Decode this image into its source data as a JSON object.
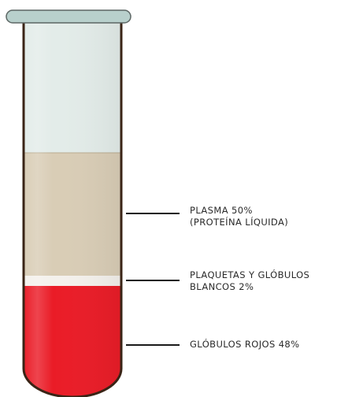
{
  "colors": {
    "rim": "#b8d0cc",
    "rim_outline": "#5c6664",
    "tube_outline": "#3a2416",
    "empty_space": "#e3ece9",
    "plasma": "#d9cdb6",
    "buffy_coat": "#f4f1ec",
    "red_cells": "#ea1c27",
    "leader_line": "#1a1a1a"
  },
  "layers": [
    {
      "id": "plasma",
      "line1": "PLASMA 50%",
      "line2": "(PROTEÍNA LÍQUIDA)"
    },
    {
      "id": "platelets_white_cells",
      "line1": "PLAQUETAS Y GLÓBULOS",
      "line2": "BLANCOS 2%"
    },
    {
      "id": "red_cells",
      "line1": "GLÓBULOS ROJOS 48%",
      "line2": ""
    }
  ]
}
